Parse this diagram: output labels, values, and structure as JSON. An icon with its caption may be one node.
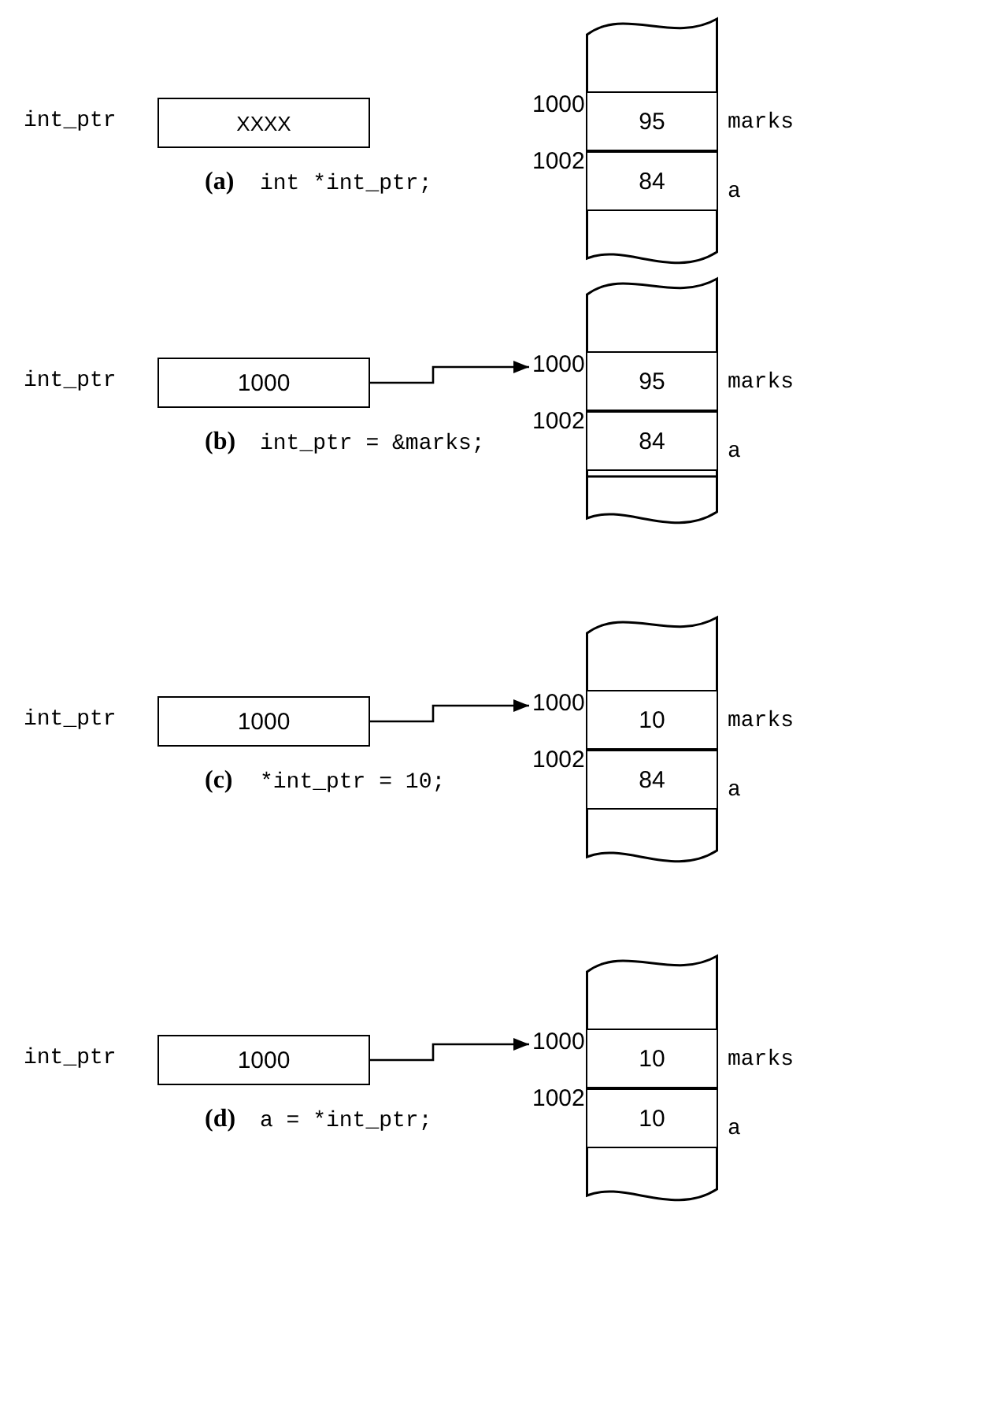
{
  "diagram": {
    "nodes": [
      {
        "text": [
          "XXXX"
        ],
        "beside": [
          "int_ptr"
        ]
      },
      {
        "text": [],
        "shape": "box"
      },
      {
        "text": [
          "95"
        ],
        "beside": [
          "1000",
          "marks"
        ]
      },
      {
        "text": [
          "84"
        ],
        "beside": [
          "1002",
          "a"
        ]
      },
      {
        "text": [],
        "shape": "box"
      },
      {
        "text": [
          "1000"
        ],
        "beside": [
          "int_ptr"
        ]
      },
      {
        "text": [],
        "shape": "box"
      },
      {
        "text": [
          "1000"
        ]
      },
      {
        "text": [
          "95"
        ],
        "beside": [
          "marks"
        ]
      },
      {
        "text": [
          "84"
        ],
        "beside": [
          "1002",
          "a"
        ]
      },
      {
        "text": [],
        "shape": "box"
      },
      {
        "text": [
          "1000"
        ],
        "beside": [
          "int_ptr"
        ]
      },
      {
        "text": [],
        "shape": "box"
      },
      {
        "text": [
          "1000"
        ]
      },
      {
        "text": [
          "10"
        ],
        "beside": [
          "marks"
        ]
      },
      {
        "text": [
          "84"
        ],
        "beside": [
          "1002",
          "a"
        ]
      },
      {
        "text": [],
        "shape": "box"
      },
      {
        "text": [
          "1000"
        ],
        "beside": [
          "int_ptr"
        ]
      },
      {
        "text": [],
        "shape": "box"
      },
      {
        "text": [
          "1000"
        ]
      },
      {
        "text": [
          "10"
        ],
        "beside": [
          "marks"
        ]
      },
      {
        "text": [
          "10"
        ],
        "beside": [
          "1002",
          "a"
        ]
      },
      {
        "text": [],
        "shape": "box"
      }
    ],
    "edges": [
      {
        "from": 5,
        "to": 7,
        "arrow": "to"
      },
      {
        "from": 11,
        "to": 13,
        "arrow": "to"
      },
      {
        "from": 17,
        "to": 19,
        "arrow": "to"
      }
    ],
    "labels": [
      "(a)",
      "int *int_ptr;",
      "(b)",
      "int_ptr = &marks;",
      "(c)",
      "*int_ptr = 10;",
      "(d)",
      "a = *int_ptr;"
    ]
  }
}
